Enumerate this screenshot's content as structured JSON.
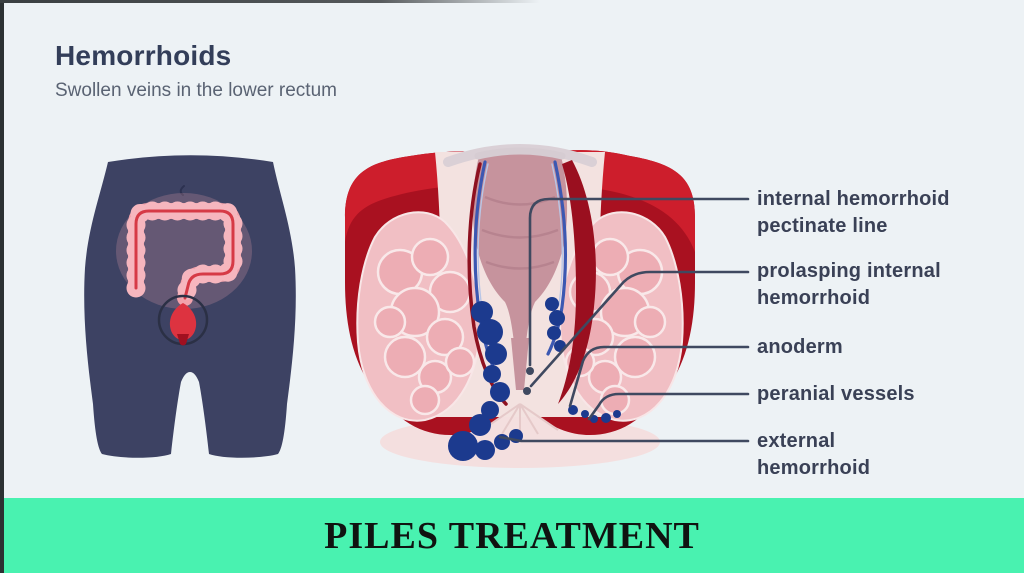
{
  "header": {
    "title": "Hemorrhoids",
    "subtitle": "Swollen veins in the lower rectum"
  },
  "annotations": {
    "items": [
      {
        "line1": "internal hemorrhoid",
        "line2": "pectinate line"
      },
      {
        "line1": "prolasping internal",
        "line2": "hemorrhoid"
      },
      {
        "line1": "anoderm",
        "line2": ""
      },
      {
        "line1": "peranial vessels",
        "line2": ""
      },
      {
        "line1": "external",
        "line2": "hemorrhoid"
      }
    ]
  },
  "banner": {
    "text": "PILES TREATMENT"
  },
  "colors": {
    "background": "#edf2f5",
    "banner_green": "#49f2b0",
    "heading_navy": "#333e59",
    "label_navy": "#3a4156",
    "pointer_line": "#3f4960",
    "deep_red": "#a91120",
    "bright_red": "#cd1e2c",
    "tissue_pink": "#f1bfc4",
    "canal_pale": "#f3e2e0",
    "rectum_mauve": "#c6939d",
    "vein_blue": "#3c58b2",
    "hemorrhoid_blue": "#1c3a8e",
    "torso_navy": "#3d4263",
    "colon_pink": "#f2a2ab",
    "colon_red": "#d63a46"
  }
}
